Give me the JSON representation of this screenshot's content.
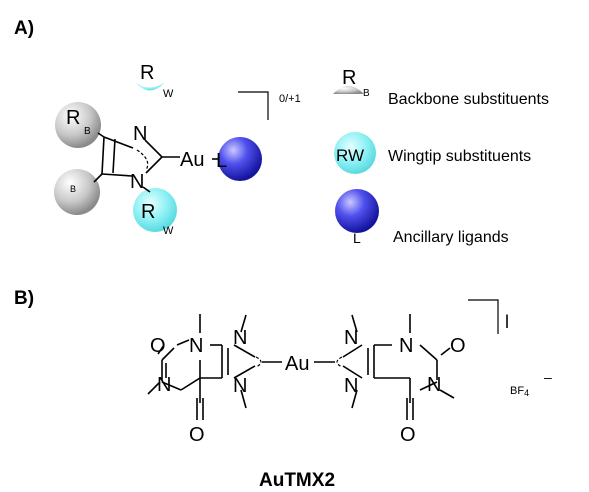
{
  "panel_a": {
    "label": "A)",
    "charge": "0/+1",
    "ligand_atoms": {
      "n_top": "N",
      "n_bottom": "N",
      "metal": "Au",
      "ancillary": "L"
    },
    "spheres": {
      "backbone_top": {
        "R": "R",
        "sub": "B"
      },
      "backbone_bottom": {
        "R": "",
        "sub": "B"
      },
      "wingtip_top": {
        "R": "R",
        "sub": "W"
      },
      "wingtip_bottom": {
        "R": "R",
        "sub": "W"
      }
    },
    "legend": [
      {
        "symbol": "R",
        "sub": "B",
        "label": "Backbone substituents",
        "color": "#b8b8b8"
      },
      {
        "symbol": "RW",
        "sub": "",
        "label": "Wingtip substituents",
        "color": "#7ee8ee"
      },
      {
        "symbol": "L",
        "sub": "",
        "label": "Ancillary ligands",
        "color": "#3b3bd6"
      }
    ]
  },
  "panel_b": {
    "label": "B)",
    "metal": "Au",
    "atoms": {
      "n": "N",
      "o": "O"
    },
    "counterion": "BF",
    "counterion_sub": "4",
    "counterion_sign": "–",
    "caption": "AuTMX",
    "caption_sub": "2"
  },
  "colors": {
    "backbone": "#b8b8b8",
    "wingtip": "#7ee8ee",
    "ancillary": "#3b3bd6"
  }
}
